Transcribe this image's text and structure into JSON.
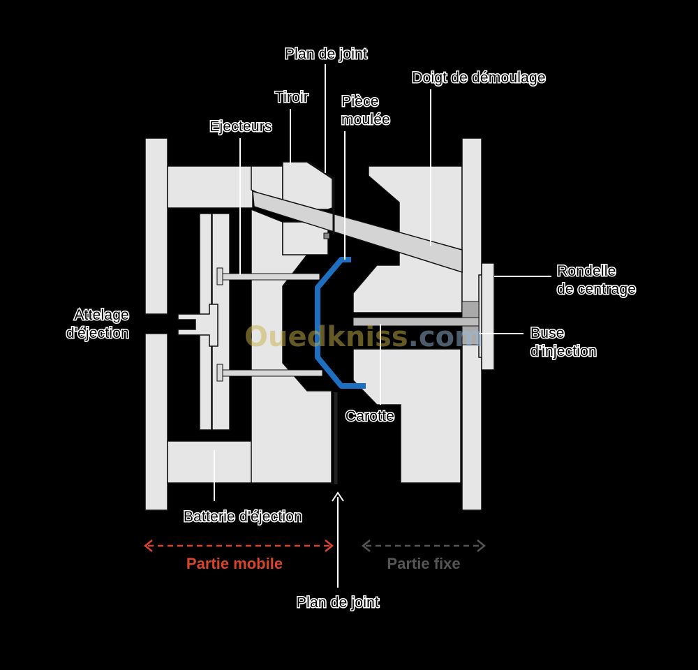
{
  "labels": {
    "plan_de_joint_top": "Plan de joint",
    "doigt": "Doigt de démoulage",
    "tiroir": "Tiroir",
    "piece_l1": "Pièce",
    "piece_l2": "moulée",
    "ejecteurs": "Ejecteurs",
    "rondelle_l1": "Rondelle",
    "rondelle_l2": "de centrage",
    "attelage_l1": "Attelage",
    "attelage_l2": "d'éjection",
    "buse_l1": "Buse",
    "buse_l2": "d'injection",
    "carotte": "Carotte",
    "batterie": "Batterie d'éjection",
    "partie_mobile": "Partie mobile",
    "partie_fixe": "Partie fixe",
    "plan_de_joint_bottom": "Plan de joint"
  },
  "watermark": {
    "part1": "Ouedkniss",
    "part2": ".com"
  },
  "colors": {
    "background": "#000000",
    "steel": "#e6e6e6",
    "part": "#1f6fc0",
    "mobile": "#d9442b",
    "fixe": "#555555"
  }
}
